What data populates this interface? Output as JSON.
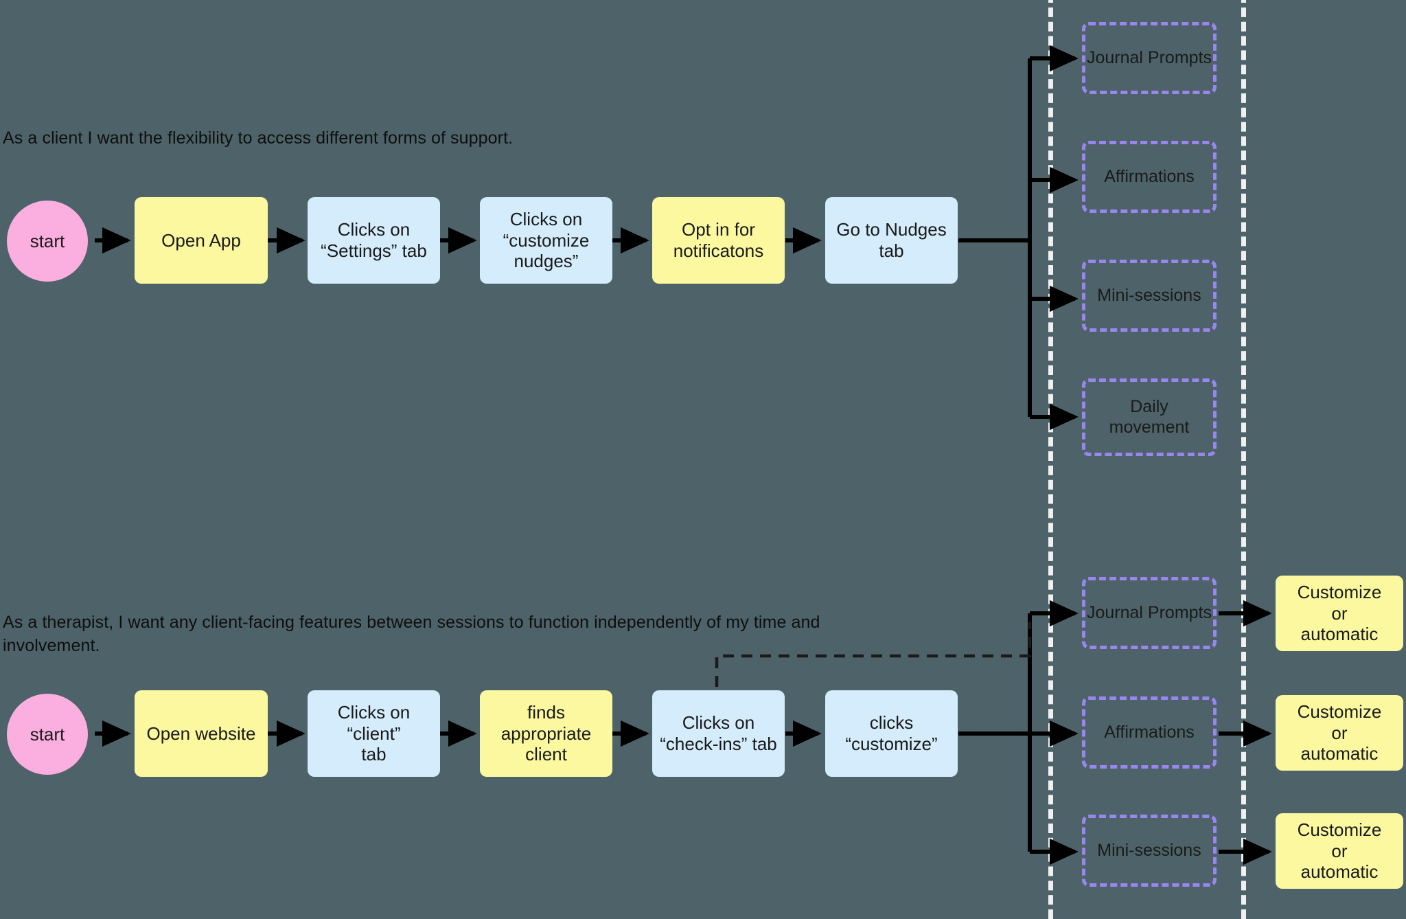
{
  "diagram": {
    "title_row1": "As a client I want the flexibility to access different forms of support.",
    "title_row2": "As a therapist, I want any client-facing features between sessions to function independently of my time and involvement.",
    "colors": {
      "background": "#4d6369",
      "yellow": "#fbf8a0",
      "blue": "#d4ecfb",
      "pink": "#fbaee0",
      "purple_dash": "#9a86ef",
      "lane_dash": "#f0f0f0",
      "arrow": "#000000"
    }
  },
  "flow_client": {
    "start": "start",
    "steps": [
      {
        "label": "Open App",
        "color": "yellow"
      },
      {
        "label": "Clicks on\n“Settings” tab",
        "color": "blue"
      },
      {
        "label": "Clicks on\n“customize\nnudges”",
        "color": "blue"
      },
      {
        "label": "Opt in for\nnotificatons",
        "color": "yellow"
      },
      {
        "label": "Go to Nudges\ntab",
        "color": "blue"
      }
    ],
    "outputs": [
      {
        "label": "Journal Prompts"
      },
      {
        "label": "Affirmations"
      },
      {
        "label": "Mini-sessions"
      },
      {
        "label": "Daily\nmovement"
      }
    ]
  },
  "flow_therapist": {
    "start": "start",
    "steps": [
      {
        "label": "Open website",
        "color": "yellow"
      },
      {
        "label": "Clicks on “client”\ntab",
        "color": "blue"
      },
      {
        "label": "finds\nappropriate\nclient",
        "color": "yellow"
      },
      {
        "label": "Clicks on\n“check-ins” tab",
        "color": "blue"
      },
      {
        "label": "clicks\n“customize”",
        "color": "blue"
      }
    ],
    "outputs": [
      {
        "label": "Journal Prompts",
        "result": "Customize\nor\nautomatic"
      },
      {
        "label": "Affirmations",
        "result": "Customize\nor\nautomatic"
      },
      {
        "label": "Mini-sessions",
        "result": "Customize\nor\nautomatic"
      }
    ]
  }
}
